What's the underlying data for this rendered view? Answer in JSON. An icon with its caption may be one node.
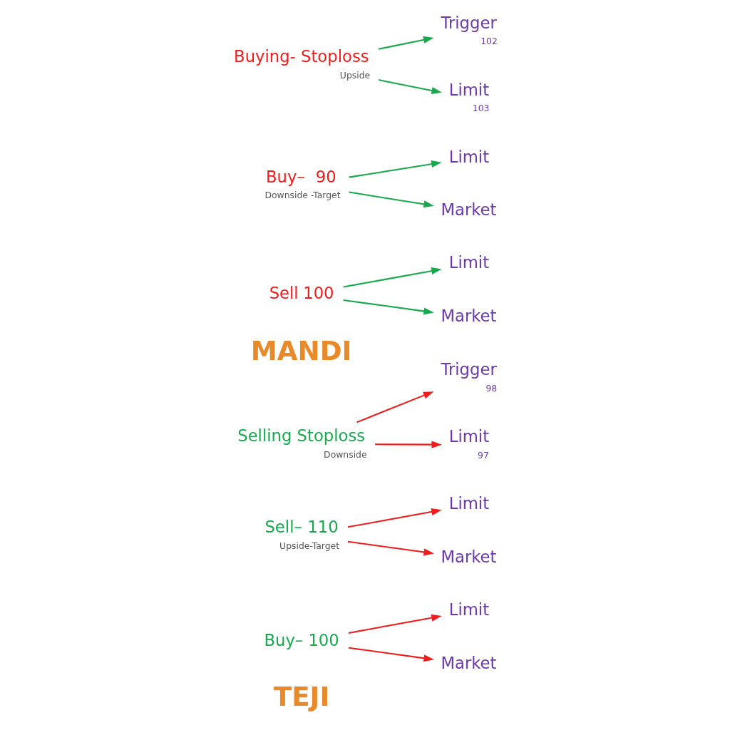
{
  "diagram": {
    "nodes": [
      {
        "text": [
          "TEJI"
        ]
      },
      {
        "text": [
          "Buy–",
          "100"
        ]
      },
      {
        "text": [
          "Limit"
        ]
      },
      {
        "text": [
          "Market"
        ]
      },
      {
        "text": [
          "Sell–",
          "110"
        ],
        "beside": [
          "Upside-Target"
        ]
      },
      {
        "text": [
          "Limit"
        ]
      },
      {
        "text": [
          "Market"
        ]
      },
      {
        "text": [
          "Selling Stoploss"
        ],
        "beside": [
          "Downside"
        ]
      },
      {
        "text": [
          "Trigger"
        ],
        "beside": [
          "98"
        ]
      },
      {
        "text": [
          "Limit"
        ],
        "beside": [
          "97"
        ]
      },
      {
        "text": [
          "MANDI"
        ]
      },
      {
        "text": [
          "Sell",
          "100"
        ]
      },
      {
        "text": [
          "Limit"
        ]
      },
      {
        "text": [
          "Market"
        ]
      },
      {
        "text": [
          "Buy–",
          "90"
        ],
        "beside": [
          "Downside -Target"
        ]
      },
      {
        "text": [
          "Limit"
        ]
      },
      {
        "text": [
          "Market"
        ]
      },
      {
        "text": [
          "Buying- Stoploss"
        ],
        "beside": [
          "Upside"
        ]
      },
      {
        "text": [
          "Trigger"
        ],
        "beside": [
          "102"
        ]
      },
      {
        "text": [
          "Limit"
        ],
        "beside": [
          "103"
        ]
      }
    ],
    "edges": [
      {
        "from": 1,
        "to": 2,
        "arrow": "to",
        "color": "#ee1c1c"
      },
      {
        "from": 1,
        "to": 3,
        "arrow": "to",
        "color": "#ee1c1c"
      },
      {
        "from": 4,
        "to": 5,
        "arrow": "to",
        "color": "#ee1c1c"
      },
      {
        "from": 4,
        "to": 6,
        "arrow": "to",
        "color": "#ee1c1c"
      },
      {
        "from": 7,
        "to": 8,
        "arrow": "to",
        "color": "#ee1c1c"
      },
      {
        "from": 7,
        "to": 9,
        "arrow": "to",
        "color": "#ee1c1c"
      },
      {
        "from": 11,
        "to": 12,
        "arrow": "to",
        "color": "#1aa84f"
      },
      {
        "from": 11,
        "to": 13,
        "arrow": "to",
        "color": "#1aa84f"
      },
      {
        "from": 14,
        "to": 15,
        "arrow": "to",
        "color": "#1aa84f"
      },
      {
        "from": 14,
        "to": 16,
        "arrow": "to",
        "color": "#1aa84f"
      },
      {
        "from": 17,
        "to": 18,
        "arrow": "to",
        "color": "#1aa84f"
      },
      {
        "from": 17,
        "to": 19,
        "arrow": "to",
        "color": "#1aa84f"
      }
    ]
  }
}
